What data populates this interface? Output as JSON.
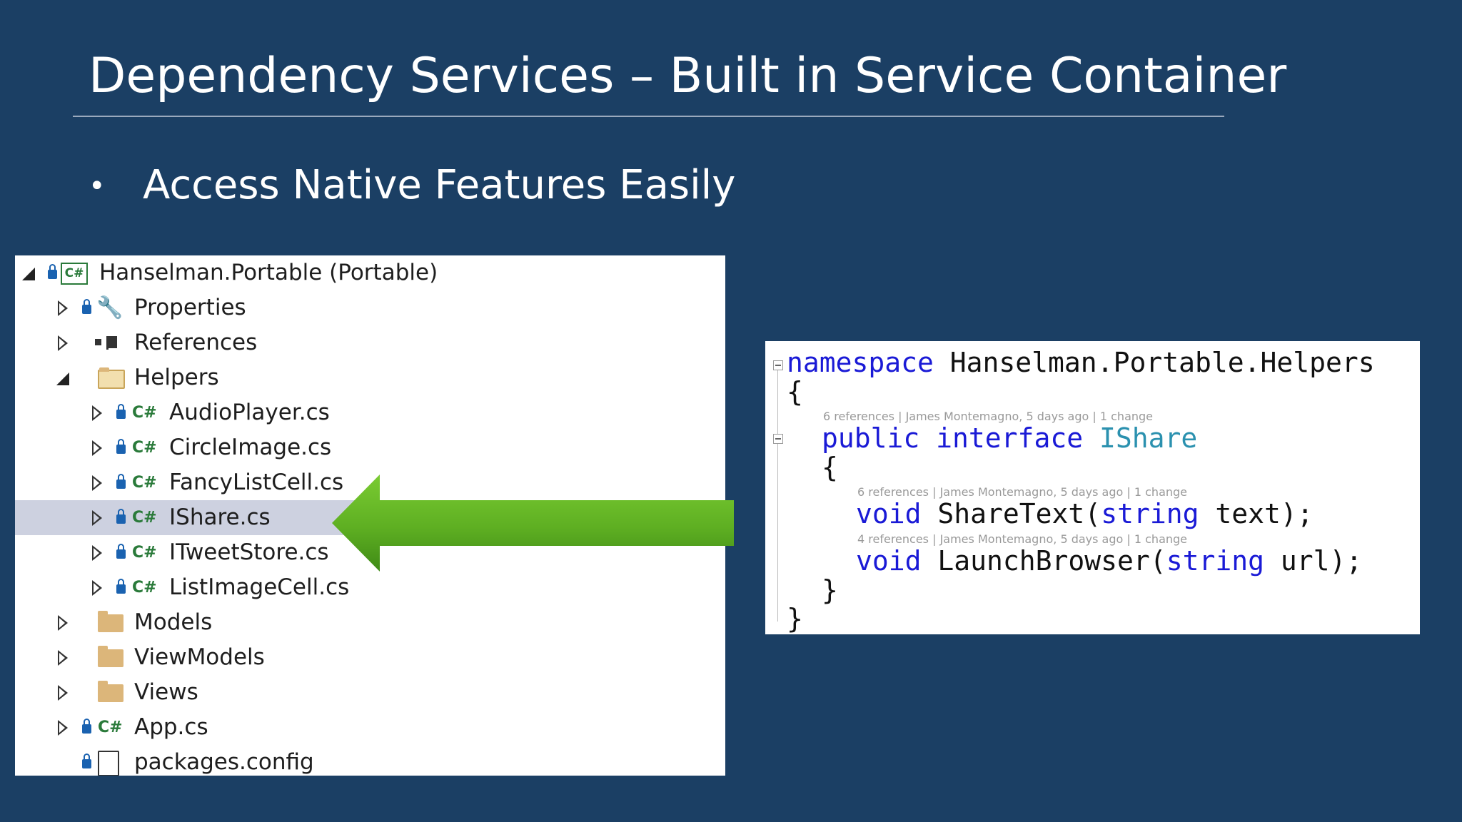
{
  "slide": {
    "title": "Dependency Services – Built in Service Container",
    "bullet": "Access Native Features Easily"
  },
  "explorer": {
    "project": "Hanselman.Portable (Portable)",
    "project_badge": "C#",
    "items": {
      "properties": "Properties",
      "references": "References",
      "helpers": "Helpers",
      "audioplayer": "AudioPlayer.cs",
      "circleimage": "CircleImage.cs",
      "fancylistcell": "FancyListCell.cs",
      "ishare": "IShare.cs",
      "itweetstore": "ITweetStore.cs",
      "listimagecell": "ListImageCell.cs",
      "models": "Models",
      "viewmodels": "ViewModels",
      "views": "Views",
      "app": "App.cs",
      "packages": "packages.config"
    },
    "cs_badge": "C#",
    "selected_item": "IShare.cs",
    "arrow_color": "#5fb52a"
  },
  "code": {
    "namespace_kw": "namespace",
    "namespace_name": " Hanselman.Portable.Helpers",
    "open_brace": "{",
    "close_brace": "}",
    "lens_interface": "6 references | James Montemagno, 5 days ago | 1 change",
    "public_kw": "public",
    "interface_kw": "interface",
    "interface_name": "IShare",
    "lens_sharetext": "6 references | James Montemagno, 5 days ago | 1 change",
    "void_kw": "void",
    "sharetext_name": " ShareText(",
    "string_kw": "string",
    "sharetext_param": " text);",
    "lens_launch": "4 references | James Montemagno, 5 days ago | 1 change",
    "launch_name": " LaunchBrowser(",
    "launch_param": " url);"
  }
}
